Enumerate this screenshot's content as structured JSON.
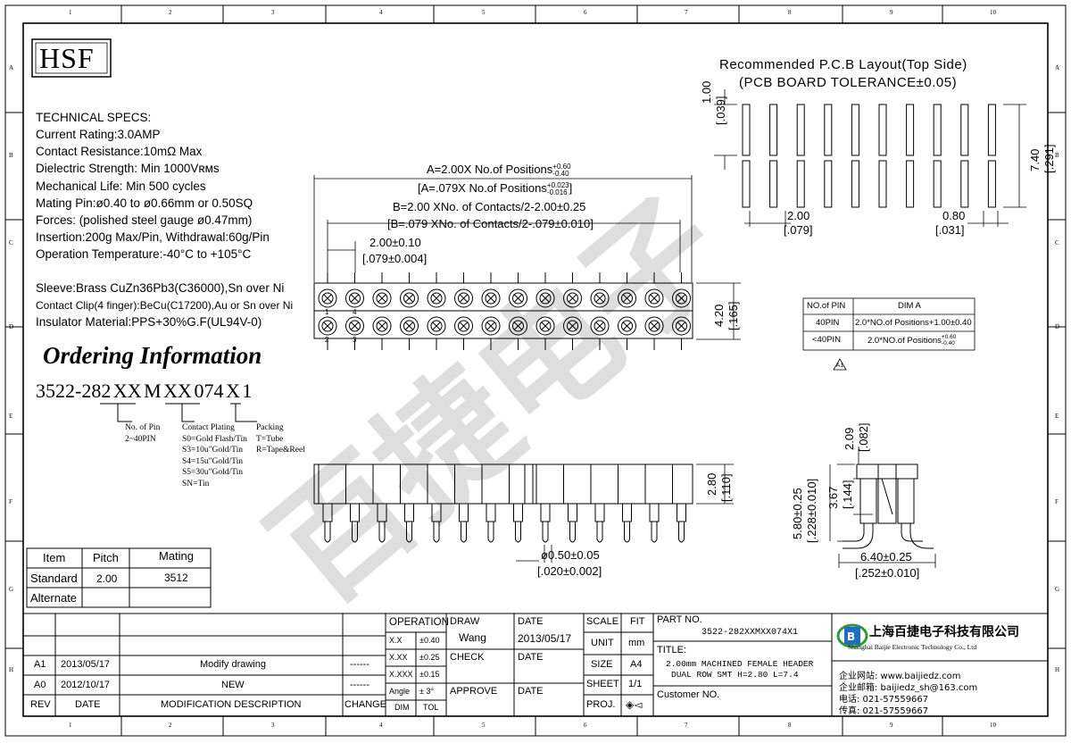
{
  "grid": {
    "cols": [
      "1",
      "2",
      "3",
      "4",
      "5",
      "6",
      "7",
      "8",
      "9",
      "10"
    ],
    "rows": [
      "A",
      "B",
      "C",
      "D",
      "E",
      "F",
      "G",
      "H"
    ]
  },
  "logo": "HSF",
  "specs": {
    "title": "TECHNICAL SPECS:",
    "lines": [
      "Current Rating:3.0AMP",
      "Contact Resistance:10mΩ  Max",
      "Dielectric Strength: Min 1000Vʀᴍs",
      "Mechanical Life: Min 500 cycles",
      "Mating Pin:ø0.40 to ø0.66mm or 0.50SQ",
      "Forces: (polished steel gauge ø0.47mm)",
      "Insertion:200g Max/Pin,  Withdrawal:60g/Pin",
      "Operation Temperature:-40°C to +105°C"
    ],
    "materials": [
      "Sleeve:Brass CuZn36Pb3(C36000),Sn over Ni",
      "Contact Clip(4 finger):BeCu(C17200),Au or Sn over Ni",
      "Insulator Material:PPS+30%G.F(UL94V-0)"
    ]
  },
  "ordering": {
    "title": "Ordering Information",
    "code": "3522-282 XX M XX 074 X 1",
    "pin_label": [
      "No. of Pin",
      "2~40PIN"
    ],
    "plating_label": [
      "Contact Plating",
      "S0=Gold Flash/Tin",
      "S3=10u\"Gold/Tin",
      "S4=15u\"Gold/Tin",
      "S5=30u\"Gold/Tin",
      "SN=Tin"
    ],
    "packing_label": [
      "Packing",
      "T=Tube",
      "R=Tape&Reel"
    ]
  },
  "pcb": {
    "title1": "Recommended P.C.B Layout(Top Side)",
    "title2": "(PCB BOARD TOLERANCE±0.05)",
    "d100": "1.00",
    "d039": "[.039]",
    "d740": "7.40",
    "d291": "[.291]",
    "d200": "2.00",
    "d079": "[.079]",
    "d080": "0.80",
    "d031": "[.031]"
  },
  "front_dims": {
    "a1": "A=2.00X No.of Positions",
    "a1_tol_up": "+0.60",
    "a1_tol_dn": "-0.40",
    "a2": "[A=.079X No.of Positions",
    "a2_tol_up": "+0.023",
    "a2_tol_dn": "-0.016",
    "a2_end": "]",
    "b1": "B=2.00 XNo. of Contacts/2-2.00±0.25",
    "b2": "[B=.079 XNo. of Contacts/2-.079±0.010]",
    "c1": "2.00±0.10",
    "c2": "[.079±0.004]",
    "h1": "4.20",
    "h2": "[.165]",
    "pin1": "1",
    "pin2": "2",
    "pin3": "3",
    "pin4": "4"
  },
  "dim_table": {
    "headers": [
      "NO.of PIN",
      "DIM A"
    ],
    "rows": [
      [
        "40PIN",
        "2.0*NO.of Positions+1.00±0.40"
      ],
      [
        "<40PIN",
        "2.0*NO.of Positions"
      ]
    ],
    "tol_up": "+0.60",
    "tol_dn": "-0.40",
    "rev_mark": "A1"
  },
  "side_dims": {
    "h1": "2.80",
    "h2": "[.110]",
    "d1": "ø0.50±0.05",
    "d2": "[.020±0.002]"
  },
  "end_dims": {
    "a1": "2.09",
    "a2": "[.082]",
    "b1": "3.67",
    "b2": "[.144]",
    "c1": "5.80±0.25",
    "c2": "[.228±0.010]",
    "w1": "6.40±0.25",
    "w2": "[.252±0.010]"
  },
  "pitch_table": {
    "headers": [
      "Item",
      "Pitch",
      "Mating"
    ],
    "rows": [
      [
        "Standard",
        "2.00",
        "3512"
      ],
      [
        "Alternate",
        "",
        ""
      ]
    ]
  },
  "rev_table": {
    "rows": [
      {
        "rev": "A1",
        "date": "2013/05/17",
        "desc": "Modify drawing",
        "change": "------"
      },
      {
        "rev": "A0",
        "date": "2012/10/17",
        "desc": "NEW",
        "change": "------"
      }
    ],
    "footer": {
      "rev": "REV",
      "date": "DATE",
      "desc": "MODIFICATION  DESCRIPTION",
      "change": "CHANGE"
    }
  },
  "title_block": {
    "operation": "OPERATION",
    "tol": [
      [
        "X.X",
        "±0.40"
      ],
      [
        "X.XX",
        "±0.25"
      ],
      [
        "X.XXX",
        "±0.15"
      ],
      [
        "Angle",
        "±  3°"
      ]
    ],
    "dim": "DIM",
    "tol_label": "TOL",
    "draw": "DRAW",
    "draw_name": "Wang",
    "check": "CHECK",
    "approve": "APPROVE",
    "date_label": "DATE",
    "draw_date": "2013/05/17",
    "scale": "SCALE",
    "fit": "FIT",
    "unit": "UNIT",
    "unit_val": "mm",
    "size": "SIZE",
    "size_val": "A4",
    "sheet": "SHEET",
    "sheet_val": "1/1",
    "proj": "PROJ.",
    "proj_sym": "◈◅",
    "part_no_label": "PART NO.",
    "part_no": "3522-282XXMXX074X1",
    "title_label": "TITLE:",
    "title_line1": "2.00mm MACHINED FEMALE HEADER",
    "title_line2": "DUAL ROW SMT H=2.80 L=7.4",
    "customer": "Customer NO.",
    "company_cn": "上海百捷电子科技有限公司",
    "company_en": "Shanghai Baijie Electronic Technology Co., Ltd",
    "web": "企业网站: www.baijiedz.com",
    "email": "企业邮箱: baijiedz_sh@163.com",
    "tel": "电话: 021-57559667",
    "fax": "传真: 021-57559667"
  },
  "watermark": "百捷电子"
}
